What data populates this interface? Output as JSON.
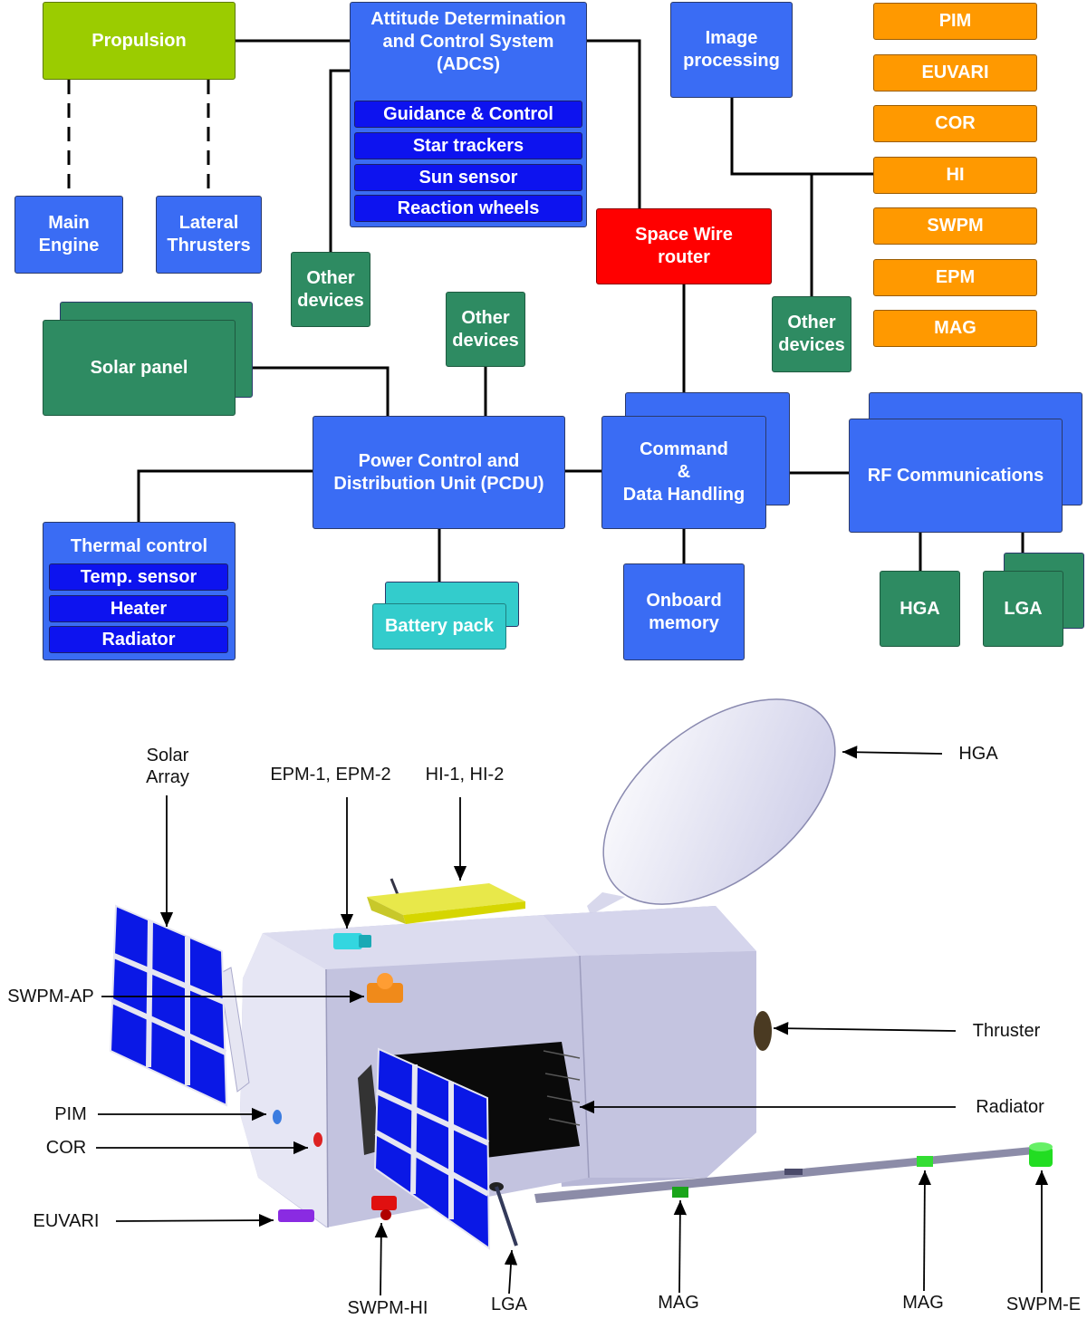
{
  "block_diagram": {
    "propulsion": "Propulsion",
    "main_engine": "Main\nEngine",
    "lateral_thrusters": "Lateral\nThrusters",
    "adcs": {
      "title": "Attitude Determination\nand Control System\n(ADCS)",
      "items": [
        "Guidance & Control",
        "Star trackers",
        "Sun sensor",
        "Reaction wheels"
      ]
    },
    "other_devices": "Other\ndevices",
    "image_processing": "Image\nprocessing",
    "space_wire_router": "Space Wire\nrouter",
    "instruments": [
      "PIM",
      "EUVARI",
      "COR",
      "HI",
      "SWPM",
      "EPM",
      "MAG"
    ],
    "solar_panel": "Solar panel",
    "pcdu": "Power Control and\nDistribution Unit (PCDU)",
    "cdh": "Command\n&\nData Handling",
    "rf": "RF Communications",
    "thermal": {
      "title": "Thermal control",
      "items": [
        "Temp. sensor",
        "Heater",
        "Radiator"
      ]
    },
    "battery": "Battery pack",
    "onboard_memory": "Onboard\nmemory",
    "hga": "HGA",
    "lga": "LGA"
  },
  "spacecraft_labels": {
    "solar_array": "Solar\nArray",
    "epm": "EPM-1, EPM-2",
    "hi": "HI-1, HI-2",
    "hga": "HGA",
    "swpm_ap": "SWPM-AP",
    "thruster": "Thruster",
    "pim": "PIM",
    "radiator": "Radiator",
    "cor": "COR",
    "euvari": "EUVARI",
    "swpm_hi": "SWPM-HI",
    "lga": "LGA",
    "mag_1": "MAG",
    "mag_2": "MAG",
    "swpm_e": "SWPM-E"
  },
  "colors": {
    "unit_blue": "#3a6cf4",
    "subunit_blue": "#0d13ef",
    "propulsion_green": "#9bcc00",
    "device_green": "#2e8b62",
    "router_red": "#ff0000",
    "instrument_orange": "#ff9900",
    "battery_cyan": "#33cccc"
  }
}
